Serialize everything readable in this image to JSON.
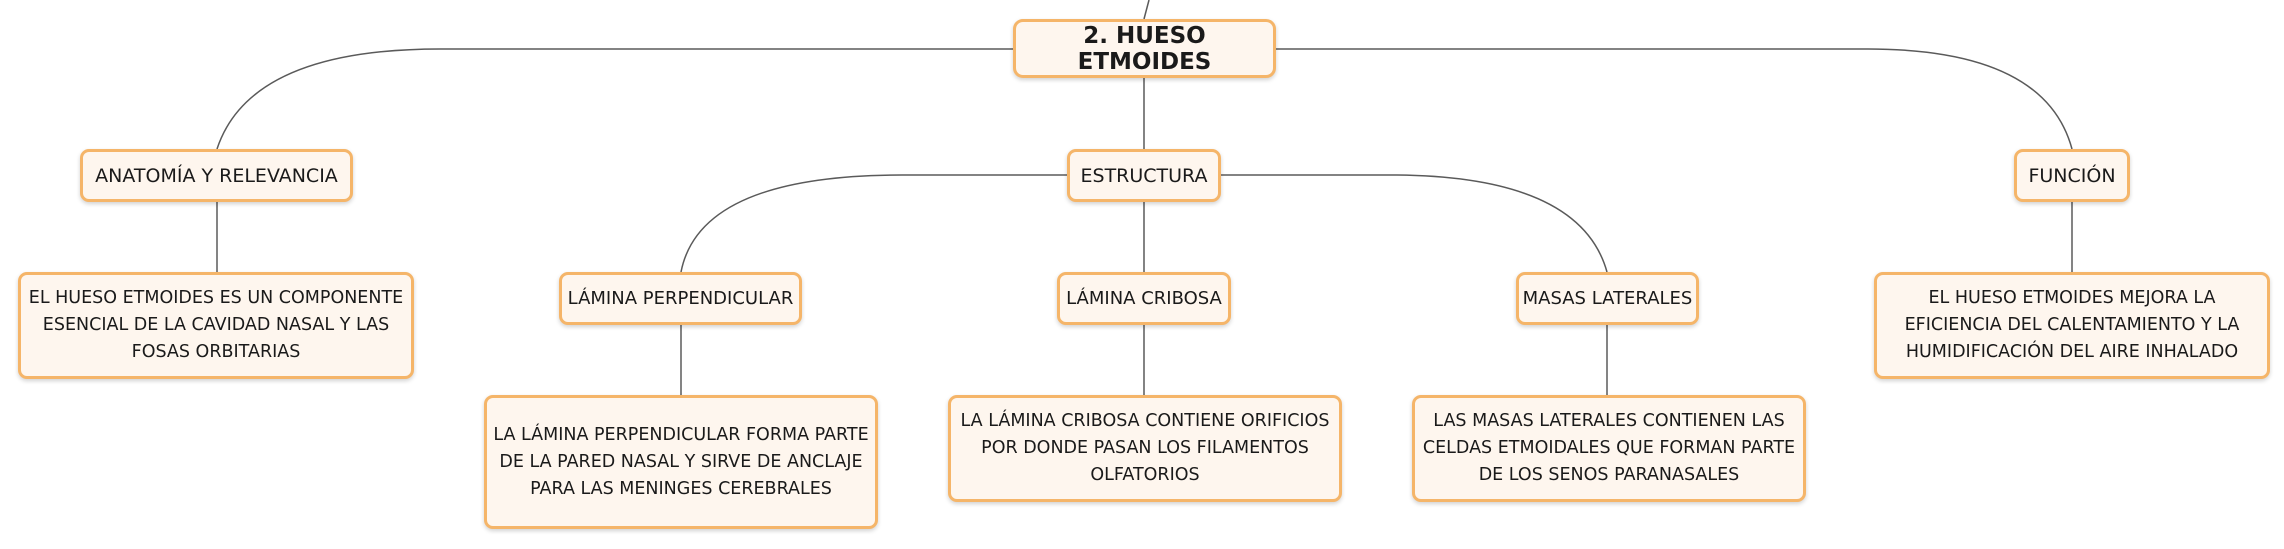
{
  "root": {
    "label": "2. HUESO ETMOIDES"
  },
  "anatomia": {
    "label": "ANATOMÍA Y RELEVANCIA",
    "detail": "EL HUESO ETMOIDES ES UN COMPONENTE ESENCIAL DE LA CAVIDAD NASAL Y LAS FOSAS ORBITARIAS"
  },
  "estructura": {
    "label": "ESTRUCTURA",
    "children": [
      {
        "label": "LÁMINA PERPENDICULAR",
        "detail": "LA LÁMINA PERPENDICULAR FORMA PARTE DE LA PARED NASAL Y SIRVE DE ANCLAJE PARA LAS MENINGES CEREBRALES"
      },
      {
        "label": "LÁMINA CRIBOSA",
        "detail": "LA LÁMINA CRIBOSA CONTIENE ORIFICIOS POR DONDE PASAN LOS FILAMENTOS OLFATORIOS"
      },
      {
        "label": "MASAS LATERALES",
        "detail": "LAS MASAS LATERALES CONTIENEN LAS CELDAS ETMOIDALES QUE FORMAN PARTE DE LOS SENOS PARANASALES"
      }
    ]
  },
  "funcion": {
    "label": "FUNCIÓN",
    "detail": "EL HUESO ETMOIDES MEJORA LA EFICIENCIA DEL CALENTAMIENTO Y LA HUMIDIFICACIÓN DEL AIRE INHALADO"
  },
  "colors": {
    "node_border": "#f5b569",
    "node_fill": "#fef6ee",
    "connector": "#5a5a5a"
  }
}
